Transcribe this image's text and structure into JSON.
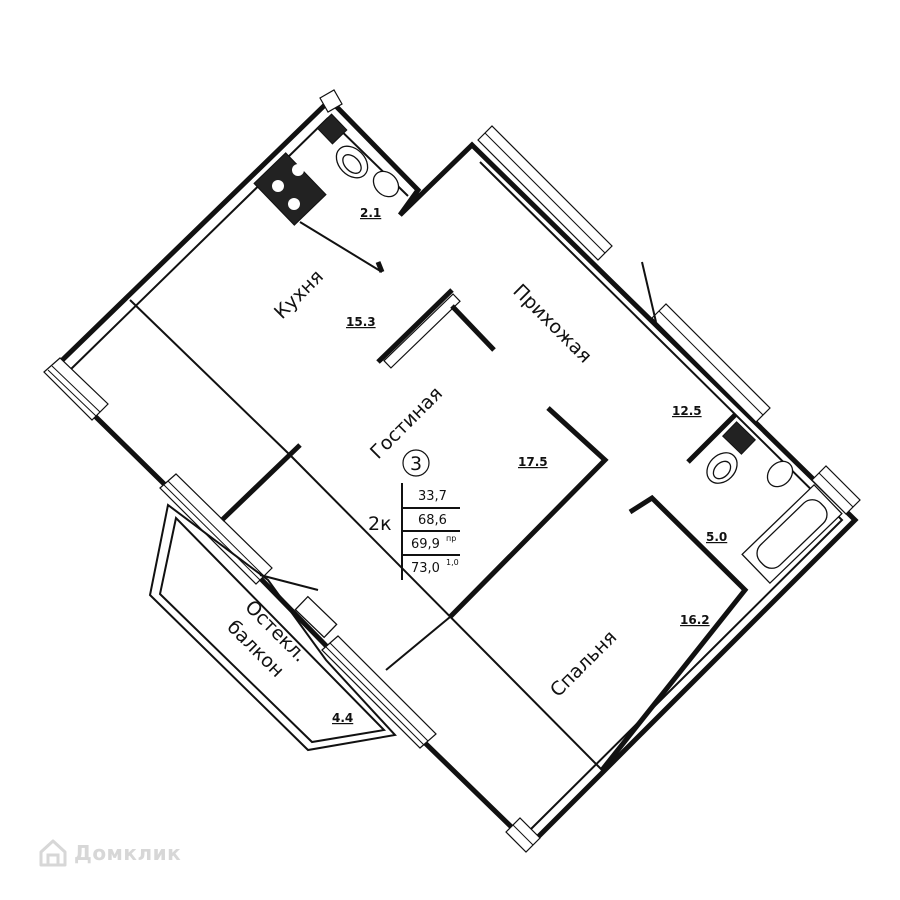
{
  "plan": {
    "floor_number": "3",
    "rooms_code": "2к",
    "areas": {
      "living": "33,7",
      "total": "68,6",
      "reduced": "69,9",
      "reduced_sup": "пр",
      "with_balcony": "73,0",
      "with_balcony_sup": "1,0"
    }
  },
  "rooms": [
    {
      "id": "kitchen",
      "name": "Кухня",
      "area": "15.3"
    },
    {
      "id": "wc",
      "name": "",
      "area": "2.1"
    },
    {
      "id": "hallway",
      "name": "Прихожая",
      "area": "12.5"
    },
    {
      "id": "living",
      "name": "Гостиная",
      "area": "17.5"
    },
    {
      "id": "bathroom",
      "name": "",
      "area": "5.0"
    },
    {
      "id": "bedroom",
      "name": "Спальня",
      "area": "16.2"
    },
    {
      "id": "balcony",
      "name_line1": "Остекл.",
      "name_line2": "балкон",
      "area": "4.4"
    }
  ],
  "watermark": {
    "text": "Домклик",
    "icon": "house-logo-icon"
  }
}
